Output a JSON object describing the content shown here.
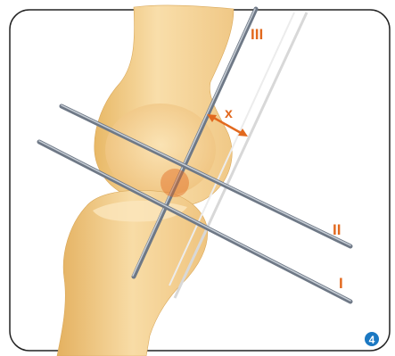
{
  "labels": {
    "pin_iii": "III",
    "pin_ii": "II",
    "pin_i": "I",
    "angle_x": "x"
  },
  "badge": {
    "number": "4"
  },
  "colors": {
    "bone": "#f6d89c",
    "bone_shadow": "#e2b66a",
    "pin": "#8d97a5",
    "pin_highlight": "#c7ced6",
    "guide_line": "#d8d8d8",
    "accent": "#e2691e",
    "badge": "#1b78c2",
    "frame": "#222222"
  }
}
